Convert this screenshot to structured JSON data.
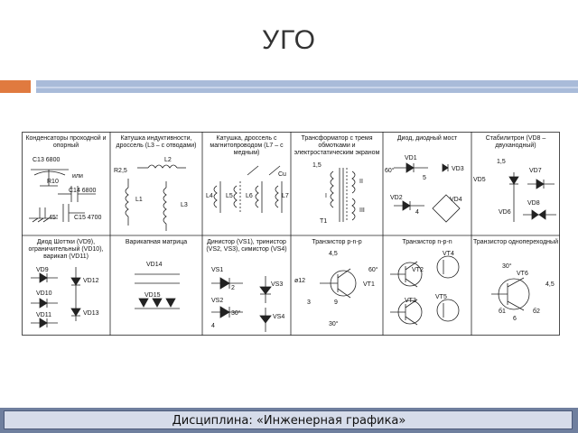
{
  "slide": {
    "title": "УГО",
    "footer": "Дисциплина: «Инженерная графика»"
  },
  "colors": {
    "accent_orange": "#e07a3f",
    "accent_blue": "#a9bbd9",
    "footer_bg": "#6f7f9e"
  },
  "table": {
    "headers": [
      "Конденсаторы проходной и опорный",
      "Катушка индуктивности, дроссель (L3 – с отводами)",
      "Катушка, дроссель с магнитопроводом (L7 – с медным)",
      "Трансформатор с тремя обмотками и электростатическим экраном",
      "Диод, диодный мост",
      "Стабилитрон (VD8 – двуханодный)",
      "Диод Шоттки (VD9), ограничительный (VD10), варикап (VD11)",
      "Варикапная матрица",
      "Динистор (VS1), тринистор (VS2, VS3), симистор (VS4)",
      "Транзистор p-n-p",
      "Транзистор n-p-n",
      "Транзистор однопереходный"
    ],
    "labels": {
      "c13": "С13 6800",
      "r10": "R10",
      "ili": "или",
      "c14": "С14 6800",
      "deg45": "45°",
      "c15": "С15 4700",
      "r25": "R2,5",
      "l2": "L2",
      "l1": "L1",
      "l3": "L3",
      "l4": "L4",
      "l5": "L5",
      "l6": "L6",
      "l7": "L7",
      "cu": "Cu",
      "t15": "1,5",
      "t1": "T1",
      "tI": "I",
      "tII": "II",
      "tIII": "III",
      "vd1": "VD1",
      "vd2": "VD2",
      "vd3": "VD3",
      "vd4": "VD4",
      "deg60": "60°",
      "d5": "5",
      "d4": "4",
      "vd5": "VD5",
      "vd6": "VD6",
      "vd7": "VD7",
      "vd8": "VD8",
      "z15": "1,5",
      "vd9": "VD9",
      "vd10": "VD10",
      "vd11": "VD11",
      "vd12": "VD12",
      "vd13": "VD13",
      "vd14": "VD14",
      "vd15": "VD15",
      "vs1": "VS1",
      "vs2": "VS2",
      "vs3": "VS3",
      "vs4": "VS4",
      "s2": "2",
      "s4": "4",
      "deg30a": "30°",
      "p45": "4,5",
      "pvt1": "VT1",
      "pd12": "ø12",
      "p3": "3",
      "p9": "9",
      "p60": "60°",
      "p30": "30°",
      "vt2": "VT2",
      "vt3": "VT3",
      "vt4": "VT4",
      "vt5": "VT5",
      "vt6": "VT6",
      "u30": "30°",
      "u45": "4,5",
      "b1": "б1",
      "b2": "б2",
      "u6": "6"
    }
  }
}
